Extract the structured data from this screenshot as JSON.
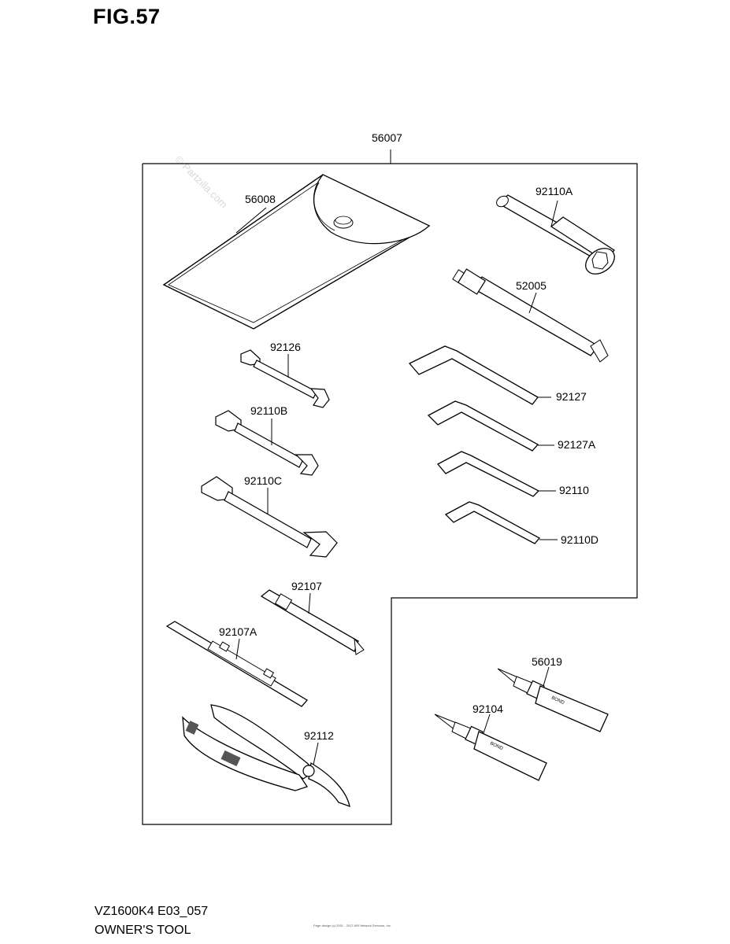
{
  "figure": {
    "title": "FIG.57",
    "model_code": "VZ1600K4 E03_057",
    "section_name": "OWNER'S TOOL",
    "copyright_mark": "© Partzilla.com",
    "fine_print": "Page design (c) 2001 - 2017 ARI Network Services, Inc."
  },
  "parts": {
    "kit": "56007",
    "bag": "56008",
    "socket_wrench": "92110A",
    "extension_bar": "52005",
    "wrench_small": "92126",
    "wrench_medium": "92110B",
    "wrench_large": "92110C",
    "hex_key_1": "92127",
    "hex_key_2": "92127A",
    "hex_key_3": "92110",
    "hex_key_4": "92110D",
    "screwdriver": "92107",
    "screwdriver_handle": "92107A",
    "pliers": "92112",
    "bond_tube_1": "56019",
    "bond_tube_2": "92104",
    "bond_label": "BOND"
  }
}
